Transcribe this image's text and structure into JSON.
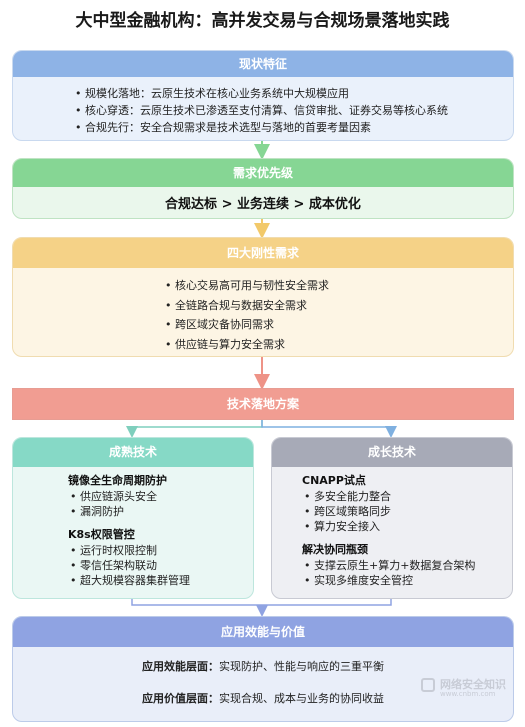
{
  "title": "大中型金融机构：高并发交易与合规场景落地实践",
  "current": {
    "header": "现状特征",
    "items": [
      "规模化落地：云原生技术在核心业务系统中大规模应用",
      "核心穿透：云原生技术已渗透至支付清算、信贷审批、证券交易等核心系统",
      "合规先行：安全合规需求是技术选型与落地的首要考量因素"
    ]
  },
  "priority": {
    "header": "需求优先级",
    "text": "合规达标 > 业务连续 > 成本优化"
  },
  "rigid": {
    "header": "四大刚性需求",
    "items": [
      "核心交易高可用与韧性安全需求",
      "全链路合规与数据安全需求",
      "跨区域灾备协同需求",
      "供应链与算力安全需求"
    ]
  },
  "solution": {
    "header": "技术落地方案"
  },
  "mature": {
    "header": "成熟技术",
    "sections": [
      {
        "title": "镜像全生命周期防护",
        "items": [
          "供应链源头安全",
          "漏洞防护"
        ]
      },
      {
        "title": "K8s权限管控",
        "items": [
          "运行时权限控制",
          "零信任架构联动",
          "超大规模容器集群管理"
        ]
      }
    ]
  },
  "growth": {
    "header": "成长技术",
    "sections": [
      {
        "title": "CNAPP试点",
        "items": [
          "多安全能力整合",
          "跨区域策略同步",
          "算力安全接入"
        ]
      },
      {
        "title": "解决协同瓶颈",
        "items": [
          "支撑云原生+算力+数据复合架构",
          "实现多维度安全管控"
        ]
      }
    ]
  },
  "value": {
    "header": "应用效能与价值",
    "rows": [
      {
        "label": "应用效能层面：",
        "text": "实现防护、性能与响应的三重平衡"
      },
      {
        "label": "应用价值层面：",
        "text": "实现合规、成本与业务的协同收益"
      }
    ]
  },
  "watermark": {
    "text": "网络安全知识",
    "url": "www.cnbm.com"
  },
  "colors": {
    "blue": "#8eb3e6",
    "green": "#86d694",
    "yellow": "#f5d287",
    "red": "#f19d92",
    "teal": "#86d9c6",
    "gray": "#a7aab7",
    "indigo": "#8fa3e2"
  }
}
